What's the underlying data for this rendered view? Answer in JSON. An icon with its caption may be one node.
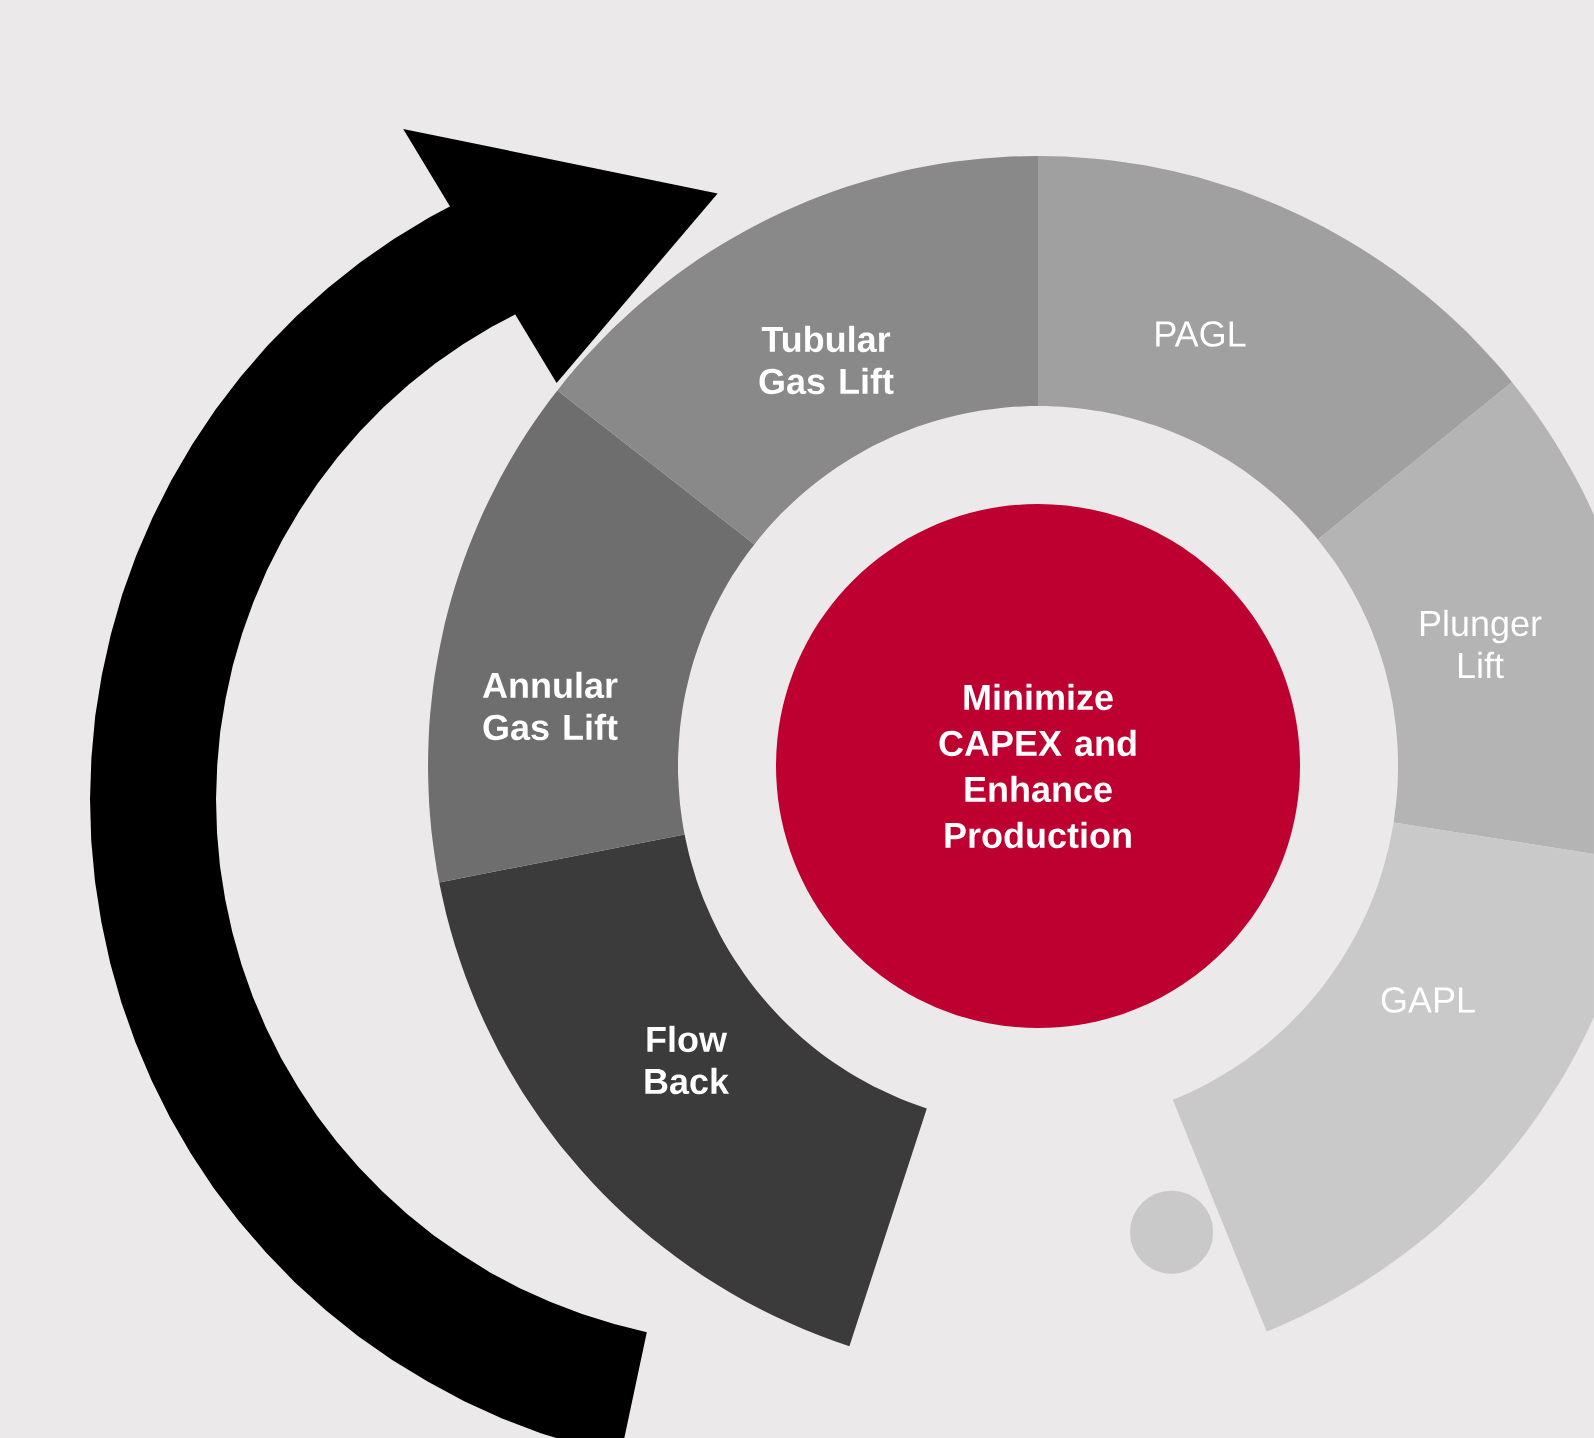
{
  "diagram": {
    "nodes": [
      {
        "text": [
          "Flow Back"
        ]
      },
      {
        "text": [
          "Annular Gas Lift"
        ]
      },
      {
        "text": [
          "Tubular Gas Lift"
        ]
      },
      {
        "text": [
          "PAGL"
        ]
      },
      {
        "text": [
          "Plunger Lift"
        ]
      },
      {
        "text": [
          "GAPL"
        ]
      },
      {
        "text": [
          "Minimize CAPEX and Enhance Production"
        ]
      }
    ]
  }
}
